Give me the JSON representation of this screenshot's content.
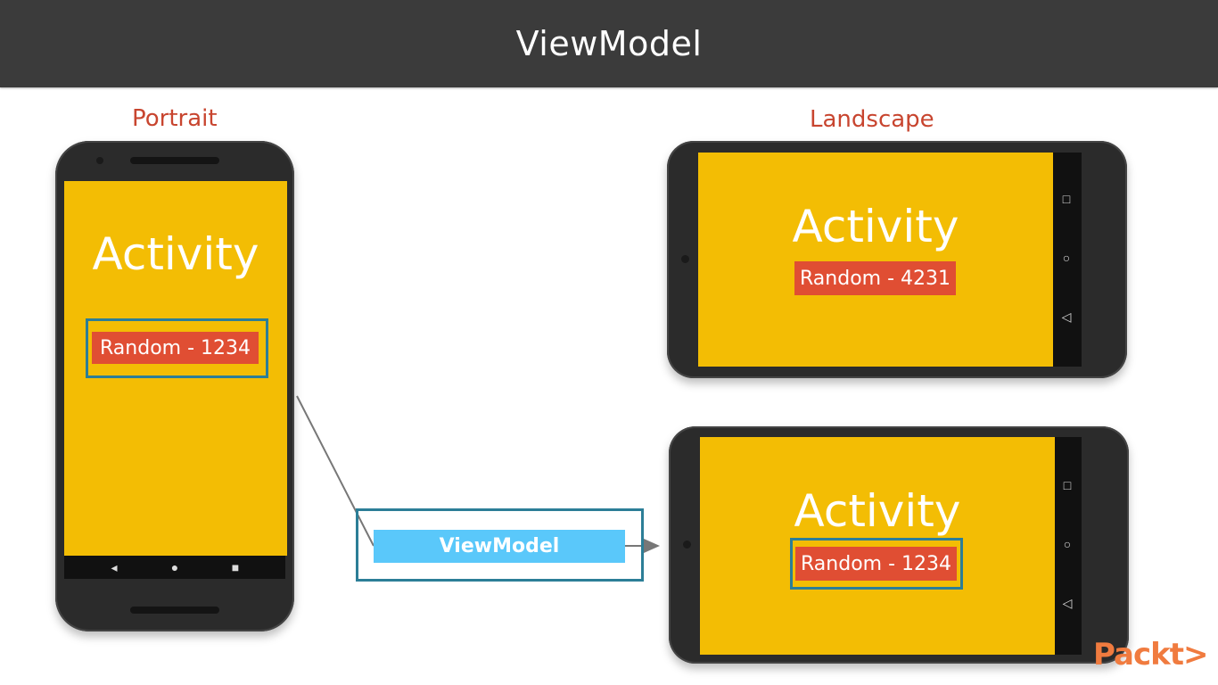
{
  "slide": {
    "title": "ViewModel"
  },
  "labels": {
    "portrait": "Portrait",
    "landscape": "Landscape"
  },
  "portrait_phone": {
    "activity_text": "Activity",
    "random_text": "Random - 1234"
  },
  "landscape_phone_top": {
    "activity_text": "Activity",
    "random_text": "Random - 4231"
  },
  "landscape_phone_bottom": {
    "activity_text": "Activity",
    "random_text": "Random - 1234"
  },
  "viewmodel_box": {
    "label": "ViewModel"
  },
  "logo": {
    "text": "Packt>"
  },
  "nav_icons": {
    "back": "back-triangle-icon",
    "home": "home-circle-icon",
    "recents": "recents-square-icon"
  },
  "colors": {
    "header_bg": "#3b3b3b",
    "label_red": "#c8452f",
    "screen_yellow": "#f3bd04",
    "random_red": "#e04e33",
    "outline_teal": "#2c7e97",
    "viewmodel_blue": "#5ac8fa",
    "logo_orange": "#f07b3f"
  }
}
